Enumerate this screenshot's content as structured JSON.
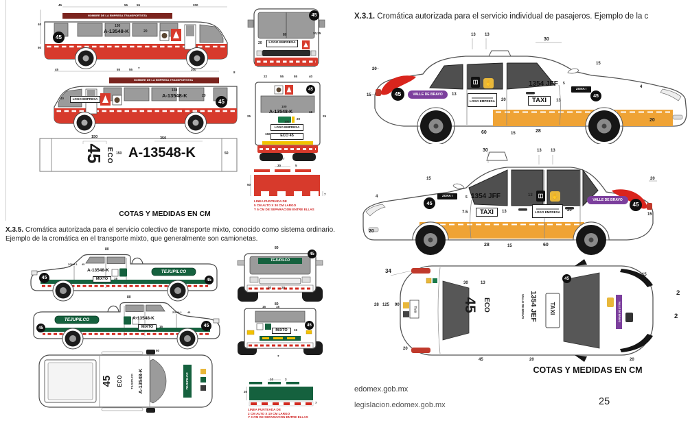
{
  "l": {
    "x35b": "X.3.5.",
    "x35": " Cromática autorizada para el servicio colectivo de transporte mixto, conocido como sistema ordinario. Ejemplo de la cromática en el transporte mixto, que generalmente son camionetas.",
    "caption": "COTAS Y MEDIDAS EN CM",
    "bus1": {
      "banner": "NOMBRE DE LA EMPRESA TRANSPORTISTA",
      "d45": "45",
      "d55a": "55",
      "d55b": "55",
      "d200": "200",
      "d40": "40",
      "d50": "50",
      "d150": "150",
      "plate": "A-13548-K",
      "d20": "20",
      "badge": "45",
      "d7": "7"
    },
    "bus2": {
      "banner": "NOMBRE DE LA EMPRESA TRANSPORTISTA",
      "d45": "45",
      "d55a": "55",
      "d55b": "55",
      "d200": "200",
      "d40": "40",
      "logo": "LOGO EMPRESA",
      "d150": "150",
      "plate": "A-13548-K",
      "d20": "20",
      "badge": "45",
      "d8": "8"
    },
    "busf": {
      "badge": "45",
      "d20": "20",
      "logo": "LOGO EMPRESA",
      "d80": "80",
      "d2025": "20,25"
    },
    "busr": {
      "d22": "22",
      "d55a": "55",
      "d55b": "55",
      "d40": "40",
      "badge": "45",
      "d100a": "100",
      "plate": "A-13548-K",
      "d15": "15",
      "d20": "20",
      "d25a": "25",
      "d25b": "25",
      "d100b": "100",
      "logo": "LOGO EMPRESA",
      "d150": "150",
      "eco": "ECO 45",
      "d7": "7"
    },
    "reddet": {
      "d30": "30",
      "d5": "5",
      "d50": "50",
      "d7": "7",
      "cap1": "LINEA PUNTEADA DE",
      "cap2": "5 CM ALTO X 30 CM LARGO",
      "cap3": "Y 5 CM DE SEPARACION ENTRE ELLAS"
    },
    "strip": {
      "d150a": "150",
      "n45": "45",
      "eco": "ECO",
      "d150b": "150",
      "d350": "350",
      "plate": "A-13548-K",
      "d50": "50"
    },
    "truck1": {
      "d80": "80",
      "zona": "ZONA 1",
      "dz": "45",
      "plate": "A-13548-K",
      "mixto": "MIXTO",
      "d15": "15",
      "tej": "TEJUPILCO",
      "badge": "45",
      "badge2": "45"
    },
    "truck2": {
      "d80": "80",
      "zona": "ZONA 1",
      "dz": "45",
      "plate": "A-13548-K",
      "mixto": "MIXTO",
      "d15": "15",
      "tej": "TEJUPILCO",
      "badge": "45",
      "badge2": "45"
    },
    "truckt": {
      "plate": "A-13548-K",
      "tejs": "TEJUPILCO",
      "eco": "ECO",
      "n45": "45",
      "tej": "TEJUPILCO",
      "d50": "50"
    },
    "truckf": {
      "d80": "80",
      "tej": "TEJUPILCO",
      "badge": "45",
      "d20a": "20",
      "d20b": "20"
    },
    "truckr": {
      "d80": "80",
      "d15a": "15",
      "d15b": "15",
      "mixto": "MIXTO",
      "d15": "15",
      "badge": "45",
      "d7": "7"
    },
    "greendet": {
      "d10": "10",
      "d3": "3",
      "d20": "20",
      "d7": "7",
      "cap1": "LINEA PUNTEADA DE",
      "cap2": "2 CM ALTO X 10 CM LARGO",
      "cap3": "Y 3 CM DE SEPARACION ENTRE ELLAS"
    }
  },
  "r": {
    "x31b": "X.3.1.",
    "x31": " Cromática autorizada para el servicio individual de pasajeros. Ejemplo de la c",
    "caption": "COTAS Y MEDIDAS EN CM",
    "t1": {
      "d20l": "20",
      "d15l": "15",
      "d13a": "13",
      "d13b": "13",
      "d30": "30",
      "plate": "1354 JFF",
      "d5": "5",
      "taxi": "TAXI",
      "d13c": "13",
      "valle": "VALLE DE BRAVO",
      "d13d": "13",
      "b45a": "45",
      "logo": "LOGO EMPRESA",
      "d20b": "20",
      "d60": "60",
      "d15b": "15",
      "d28": "28",
      "zona": "ZONA I",
      "b45b": "45",
      "d15r": "15",
      "d4": "4",
      "d20r": "20"
    },
    "t2": {
      "d30": "30",
      "d15": "15",
      "d13a": "13",
      "d13b": "13",
      "d4": "4",
      "zona": "ZONA I",
      "b45a": "45",
      "d5": "5",
      "plate": "1354 JFF",
      "d75": "7.5",
      "taxi": "TAXI",
      "d13c": "13",
      "d13d": "13",
      "logo": "LOGO EMPRESA",
      "d20b": "20",
      "valle": "VALLE DE BRAVO",
      "b45b": "45",
      "d15r": "15",
      "d20r": "20",
      "d20l": "20",
      "d28": "28",
      "d15c": "15",
      "d60": "60"
    },
    "tt": {
      "d34": "34",
      "d28": "28",
      "d125": "125",
      "d90": "90",
      "d20a": "20",
      "d30": "30",
      "d13": "13",
      "n45": "45",
      "eco": "ECO",
      "plate": "1354 JEF",
      "valle": "VALLE DE BRAVO",
      "valles": "VALLE DE BRAVO",
      "taxiroof": "TAXI",
      "taxiplate": "TAXI",
      "b45": "45",
      "d45": "45",
      "d20b": "20",
      "d15": "15",
      "d20c": "20"
    },
    "footer1": "edomex.gob.mx",
    "footer2": "legislacion.edomex.gob.mx",
    "pageno": "25",
    "edge1": "2",
    "edge2": "2"
  }
}
